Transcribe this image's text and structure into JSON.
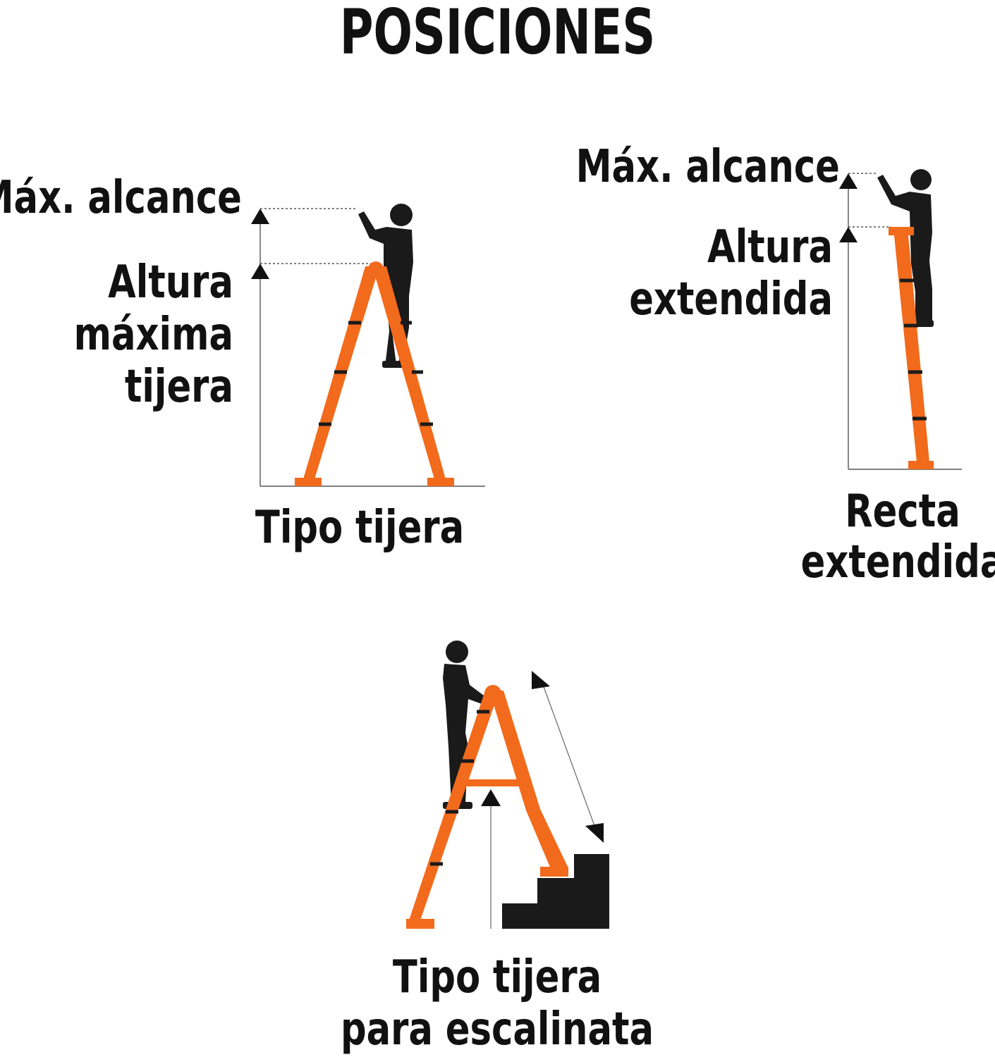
{
  "title": "POSICIONES",
  "colors": {
    "ladder": "#f26a1b",
    "silhouette": "#1a1a1a",
    "text": "#111111",
    "guide": "#555555"
  },
  "positions": [
    {
      "name": "Tipo tijera",
      "labels": {
        "reach": "Máx. alcance",
        "height": [
          "Altura",
          "máxima",
          "tijera"
        ]
      }
    },
    {
      "name": [
        "Recta",
        "extendida"
      ],
      "labels": {
        "reach": "Máx. alcance",
        "height": [
          "Altura",
          "extendida"
        ]
      }
    },
    {
      "name": [
        "Tipo tijera",
        "para escalinata"
      ]
    }
  ]
}
